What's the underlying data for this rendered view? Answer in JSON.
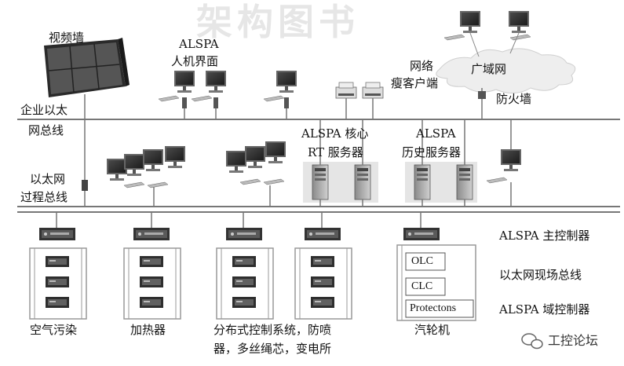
{
  "watermark": "架构图书",
  "labels": {
    "video_wall": "视频墙",
    "alspa_hmi_line1": "ALSPA",
    "alspa_hmi_line2": "人机界面",
    "thin_client_line1": "网络",
    "thin_client_line2": "瘦客户端",
    "wan": "广域网",
    "firewall": "防火墙",
    "enterprise_bus_line1": "企业以太",
    "enterprise_bus_line2": "网总线",
    "core_server_line1": "ALSPA 核心",
    "core_server_line2": "RT 服务器",
    "history_server_line1": "ALSPA",
    "history_server_line2": "历史服务器",
    "process_bus_line1": "以太网",
    "process_bus_line2": "过程总线",
    "main_controller": "ALSPA 主控制器",
    "field_bus": "以太网现场总线",
    "domain_controller": "ALSPA 域控制器",
    "app_air": "空气污染",
    "app_heating": "加热器",
    "app_dcs_line1": "分布式控制系统，防喷",
    "app_dcs_line2": "器，多丝绳芯，变电所",
    "app_turbine": "汽轮机",
    "turbine_box1": "OLC",
    "turbine_box2": "CLC",
    "turbine_box3": "Protectons",
    "brand": "工控论坛"
  }
}
